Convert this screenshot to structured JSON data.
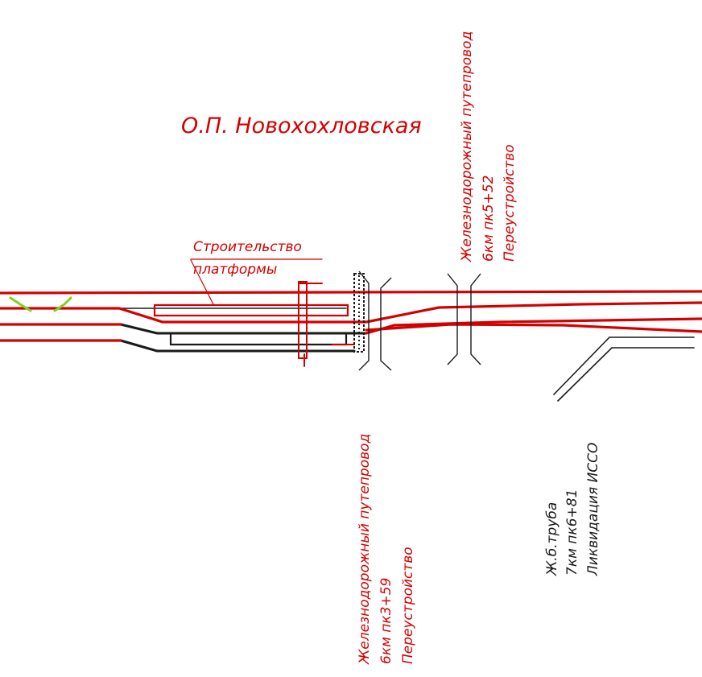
{
  "station": {
    "name": "О.П. Новохохловская"
  },
  "platform_label": {
    "line1": "Строительство",
    "line2": "платформы"
  },
  "bridge_upper": {
    "line1": "Железнодорожный путепровод",
    "line2": "6км пк5+52",
    "line3": "Переустройство"
  },
  "bridge_lower": {
    "line1": "Железнодорожный путепровод",
    "line2": "6км пк3+59",
    "line3": "Переустройство"
  },
  "culvert": {
    "line1": "Ж.б.труба",
    "line2": "7км пк6+81",
    "line3": "Ликвидация ИССО"
  },
  "colors": {
    "reconstruction": "#d40000",
    "existing": "#1a1a1a",
    "marker": "#7ed321"
  }
}
